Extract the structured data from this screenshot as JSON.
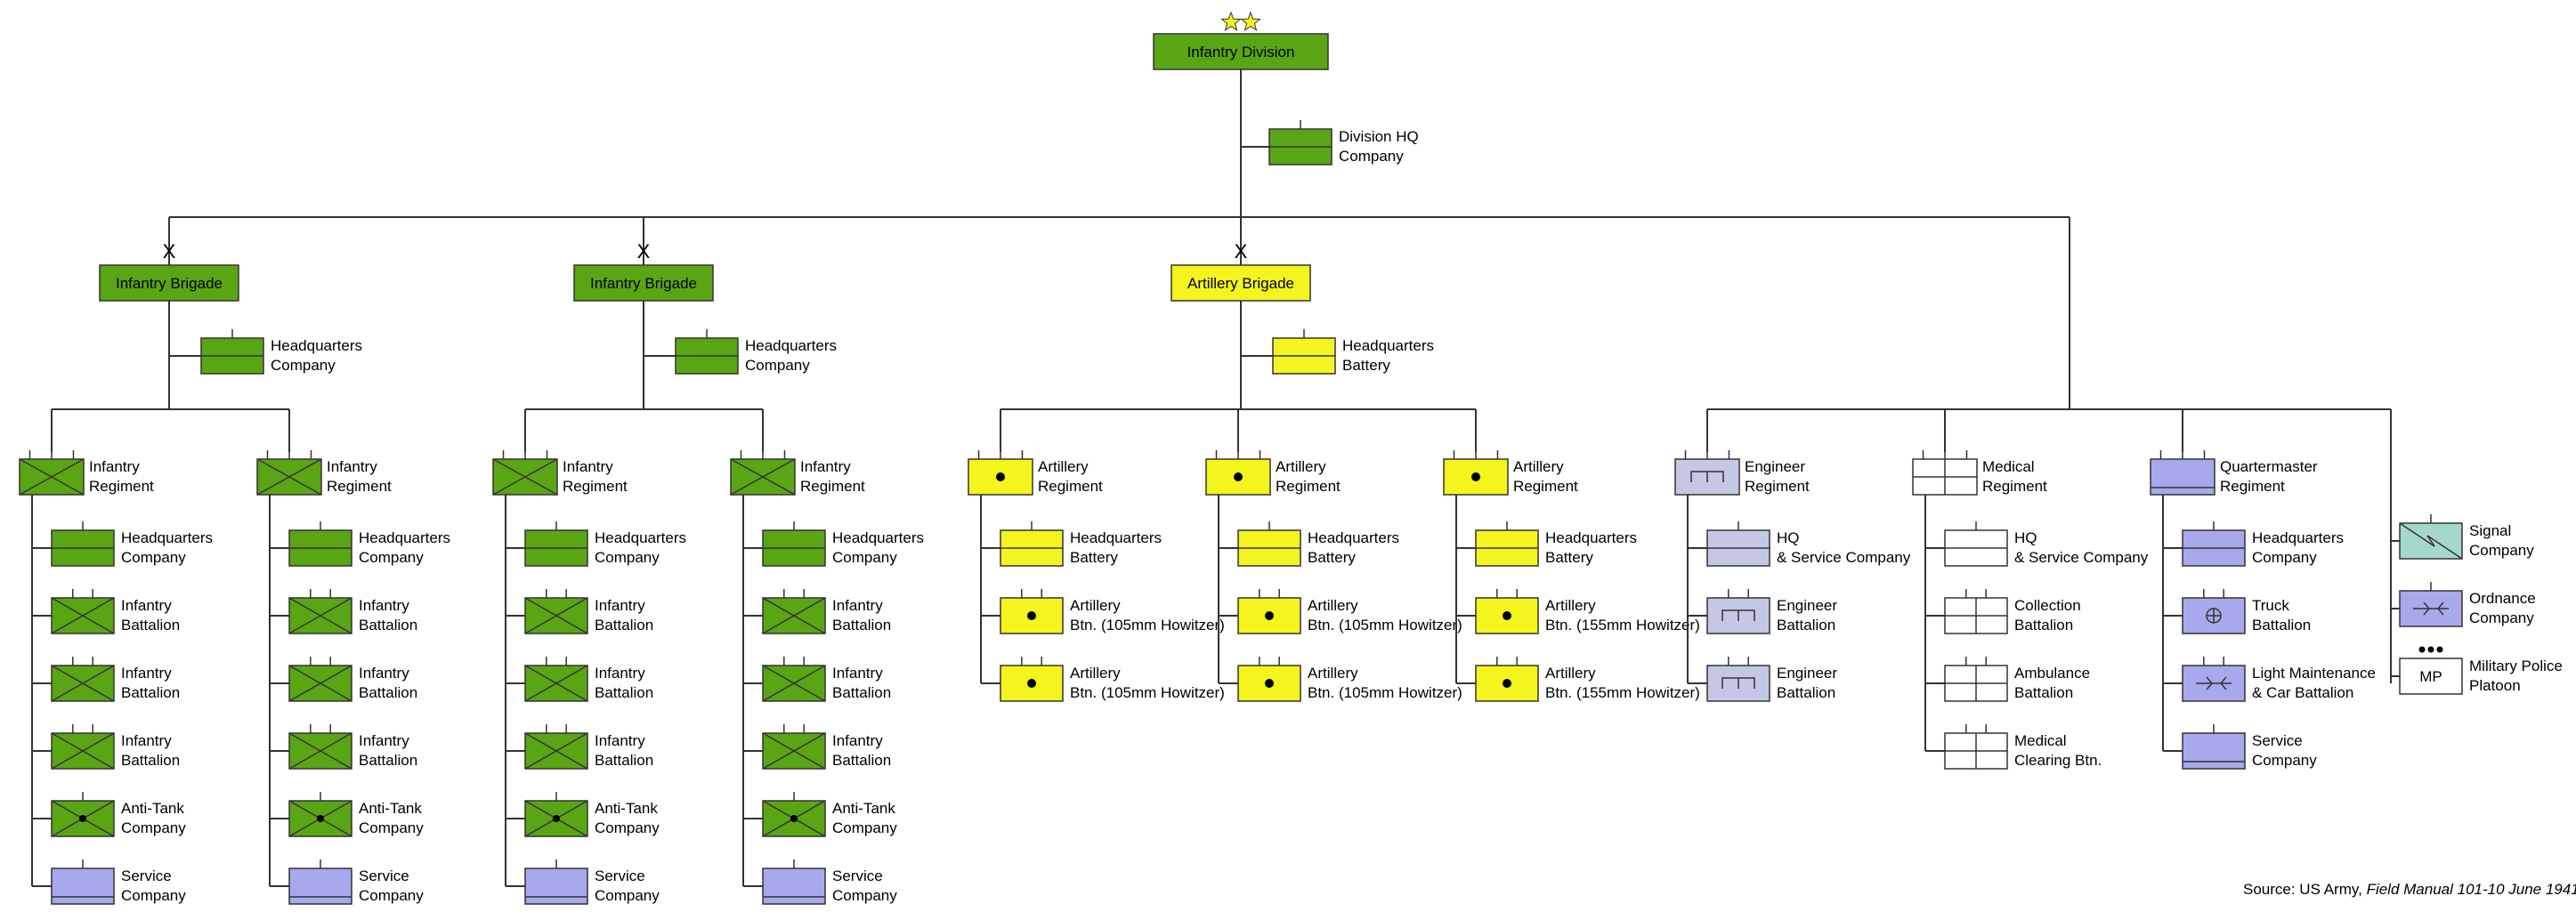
{
  "colors": {
    "infantry": "#5aa514",
    "artillery": "#f4f41e",
    "engineer": "#c4c8e4",
    "quartermaster": "#a8a8ec",
    "signal": "#a4d8cc",
    "white": "#ffffff",
    "line": "#333333",
    "star": "#f4f41e"
  },
  "division": {
    "label": "Infantry Division",
    "insignia": "star-star-icon"
  },
  "division_hq": {
    "line1": "Division HQ",
    "line2": "Company"
  },
  "brigades": [
    {
      "label": "Infantry Brigade",
      "echelon": "X",
      "type": "infantry",
      "hq": {
        "line1": "Headquarters",
        "line2": "Company"
      },
      "regiments": [
        {
          "line1": "Infantry",
          "line2": "Regiment",
          "icon": "infantry",
          "subunits": [
            {
              "line1": "Headquarters",
              "line2": "Company",
              "icon": "hq",
              "type": "infantry"
            },
            {
              "line1": "Infantry",
              "line2": "Battalion",
              "icon": "infantry",
              "type": "infantry"
            },
            {
              "line1": "Infantry",
              "line2": "Battalion",
              "icon": "infantry",
              "type": "infantry"
            },
            {
              "line1": "Infantry",
              "line2": "Battalion",
              "icon": "infantry",
              "type": "infantry"
            },
            {
              "line1": "Anti-Tank",
              "line2": "Company",
              "icon": "antitank",
              "type": "infantry"
            },
            {
              "line1": "Service",
              "line2": "Company",
              "icon": "service",
              "type": "quartermaster"
            }
          ]
        },
        {
          "line1": "Infantry",
          "line2": "Regiment",
          "icon": "infantry",
          "subunits": [
            {
              "line1": "Headquarters",
              "line2": "Company",
              "icon": "hq",
              "type": "infantry"
            },
            {
              "line1": "Infantry",
              "line2": "Battalion",
              "icon": "infantry",
              "type": "infantry"
            },
            {
              "line1": "Infantry",
              "line2": "Battalion",
              "icon": "infantry",
              "type": "infantry"
            },
            {
              "line1": "Infantry",
              "line2": "Battalion",
              "icon": "infantry",
              "type": "infantry"
            },
            {
              "line1": "Anti-Tank",
              "line2": "Company",
              "icon": "antitank",
              "type": "infantry"
            },
            {
              "line1": "Service",
              "line2": "Company",
              "icon": "service",
              "type": "quartermaster"
            }
          ]
        }
      ]
    },
    {
      "label": "Infantry Brigade",
      "echelon": "X",
      "type": "infantry",
      "hq": {
        "line1": "Headquarters",
        "line2": "Company"
      },
      "regiments": [
        {
          "line1": "Infantry",
          "line2": "Regiment",
          "icon": "infantry",
          "subunits": [
            {
              "line1": "Headquarters",
              "line2": "Company",
              "icon": "hq",
              "type": "infantry"
            },
            {
              "line1": "Infantry",
              "line2": "Battalion",
              "icon": "infantry",
              "type": "infantry"
            },
            {
              "line1": "Infantry",
              "line2": "Battalion",
              "icon": "infantry",
              "type": "infantry"
            },
            {
              "line1": "Infantry",
              "line2": "Battalion",
              "icon": "infantry",
              "type": "infantry"
            },
            {
              "line1": "Anti-Tank",
              "line2": "Company",
              "icon": "antitank",
              "type": "infantry"
            },
            {
              "line1": "Service",
              "line2": "Company",
              "icon": "service",
              "type": "quartermaster"
            }
          ]
        },
        {
          "line1": "Infantry",
          "line2": "Regiment",
          "icon": "infantry",
          "subunits": [
            {
              "line1": "Headquarters",
              "line2": "Company",
              "icon": "hq",
              "type": "infantry"
            },
            {
              "line1": "Infantry",
              "line2": "Battalion",
              "icon": "infantry",
              "type": "infantry"
            },
            {
              "line1": "Infantry",
              "line2": "Battalion",
              "icon": "infantry",
              "type": "infantry"
            },
            {
              "line1": "Infantry",
              "line2": "Battalion",
              "icon": "infantry",
              "type": "infantry"
            },
            {
              "line1": "Anti-Tank",
              "line2": "Company",
              "icon": "antitank",
              "type": "infantry"
            },
            {
              "line1": "Service",
              "line2": "Company",
              "icon": "service",
              "type": "quartermaster"
            }
          ]
        }
      ]
    },
    {
      "label": "Artillery Brigade",
      "echelon": "X",
      "type": "artillery",
      "hq": {
        "line1": "Headquarters",
        "line2": "Battery"
      },
      "regiments": [
        {
          "line1": "Artillery",
          "line2": "Regiment",
          "icon": "artillery",
          "subunits": [
            {
              "line1": "Headquarters",
              "line2": "Battery",
              "icon": "hq",
              "type": "artillery"
            },
            {
              "line1": "Artillery",
              "line2": "Btn. (105mm Howitzer)",
              "icon": "artillery",
              "type": "artillery"
            },
            {
              "line1": "Artillery",
              "line2": "Btn. (105mm Howitzer)",
              "icon": "artillery",
              "type": "artillery"
            }
          ]
        },
        {
          "line1": "Artillery",
          "line2": "Regiment",
          "icon": "artillery",
          "subunits": [
            {
              "line1": "Headquarters",
              "line2": "Battery",
              "icon": "hq",
              "type": "artillery"
            },
            {
              "line1": "Artillery",
              "line2": "Btn. (105mm Howitzer)",
              "icon": "artillery",
              "type": "artillery"
            },
            {
              "line1": "Artillery",
              "line2": "Btn. (105mm Howitzer)",
              "icon": "artillery",
              "type": "artillery"
            }
          ]
        },
        {
          "line1": "Artillery",
          "line2": "Regiment",
          "icon": "artillery",
          "subunits": [
            {
              "line1": "Headquarters",
              "line2": "Battery",
              "icon": "hq",
              "type": "artillery"
            },
            {
              "line1": "Artillery",
              "line2": "Btn. (155mm Howitzer)",
              "icon": "artillery",
              "type": "artillery"
            },
            {
              "line1": "Artillery",
              "line2": "Btn. (155mm Howitzer)",
              "icon": "artillery",
              "type": "artillery"
            }
          ]
        }
      ]
    }
  ],
  "support_regiments": [
    {
      "line1": "Engineer",
      "line2": "Regiment",
      "icon": "engineer",
      "type": "engineer",
      "subunits": [
        {
          "line1": "HQ",
          "line2": "& Service Company",
          "icon": "hq",
          "type": "engineer"
        },
        {
          "line1": "Engineer",
          "line2": "Battalion",
          "icon": "engineer",
          "type": "engineer"
        },
        {
          "line1": "Engineer",
          "line2": "Battalion",
          "icon": "engineer",
          "type": "engineer"
        }
      ]
    },
    {
      "line1": "Medical",
      "line2": "Regiment",
      "icon": "medical",
      "type": "white",
      "subunits": [
        {
          "line1": "HQ",
          "line2": "& Service Company",
          "icon": "hq",
          "type": "white"
        },
        {
          "line1": "Collection",
          "line2": "Battalion",
          "icon": "medical",
          "type": "white"
        },
        {
          "line1": "Ambulance",
          "line2": "Battalion",
          "icon": "medical",
          "type": "white"
        },
        {
          "line1": "Medical",
          "line2": "Clearing Btn.",
          "icon": "medical",
          "type": "white"
        }
      ]
    },
    {
      "line1": "Quartermaster",
      "line2": "Regiment",
      "icon": "service",
      "type": "quartermaster",
      "subunits": [
        {
          "line1": "Headquarters",
          "line2": "Company",
          "icon": "hq",
          "type": "quartermaster"
        },
        {
          "line1": "Truck",
          "line2": "Battalion",
          "icon": "truck",
          "type": "quartermaster"
        },
        {
          "line1": "Light Maintenance",
          "line2": "& Car Battalion",
          "icon": "ordnance",
          "type": "quartermaster"
        },
        {
          "line1": "Service",
          "line2": "Company",
          "icon": "service",
          "type": "quartermaster"
        }
      ]
    }
  ],
  "companies": [
    {
      "line1": "Signal",
      "line2": "Company",
      "icon": "signal",
      "type": "signal"
    },
    {
      "line1": "Ordnance",
      "line2": "Company",
      "icon": "ordnance",
      "type": "quartermaster"
    },
    {
      "line1": "Military Police",
      "line2": "Platoon",
      "icon": "mp",
      "type": "white",
      "icon_text": "MP"
    }
  ],
  "source": {
    "prefix": "Source: US Army, ",
    "title": "Field Manual 101-10 June 1941"
  }
}
